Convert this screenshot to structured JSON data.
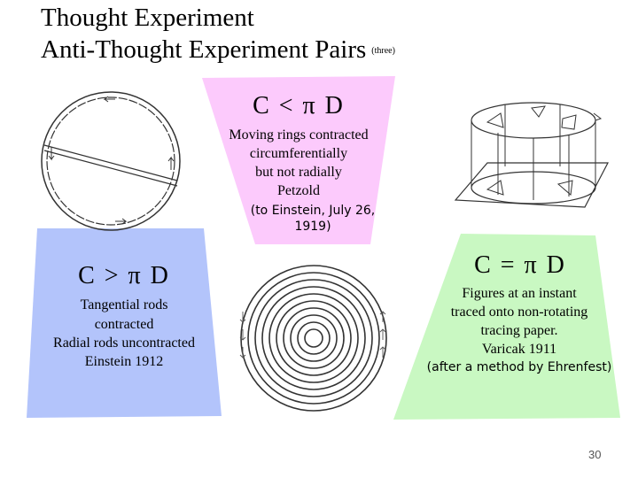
{
  "title": {
    "line1": "Thought Experiment",
    "line2": "Anti-Thought Experiment Pairs",
    "small": "(three)"
  },
  "panels": {
    "petzold": {
      "formula": "C < π D",
      "lines": [
        "Moving rings contracted",
        "circumferentially",
        "but not radially",
        "Petzold"
      ],
      "citation": "(to Einstein, July 26, 1919)",
      "color": "#fccafc"
    },
    "einstein": {
      "formula": "C > π D",
      "lines": [
        "Tangential rods",
        "contracted",
        "Radial rods uncontracted",
        "Einstein 1912"
      ],
      "color": "#b3c4fb"
    },
    "varicak": {
      "formula": "C = π D",
      "lines": [
        "Figures at an instant",
        "traced onto non-rotating",
        "tracing paper.",
        "Varicak 1911"
      ],
      "citation": "(after a method by Ehrenfest)",
      "color": "#c9f8c2"
    }
  },
  "page_number": "30"
}
